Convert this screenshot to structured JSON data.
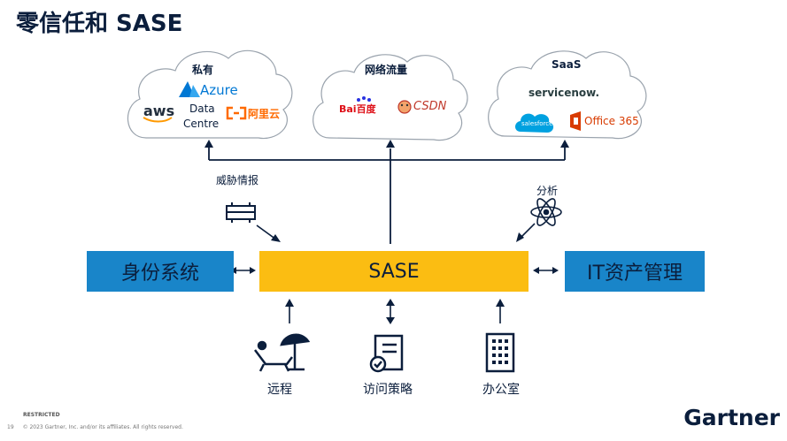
{
  "slide": {
    "title": "零信任和 SASE",
    "page_number": "19",
    "restricted": "RESTRICTED",
    "copyright": "© 2023 Gartner, Inc. and/or its affiliates. All rights reserved.",
    "brand": "Gartner"
  },
  "clouds": {
    "private": {
      "label": "私有",
      "logos": {
        "azure": "Azure",
        "aws": "aws",
        "datacentre_line1": "Data",
        "datacentre_line2": "Centre",
        "aliyun": "阿里云"
      }
    },
    "traffic": {
      "label": "网络流量",
      "logos": {
        "baidu": "Bai百度",
        "csdn": "CSDN"
      }
    },
    "saas": {
      "label": "SaaS",
      "logos": {
        "servicenow": "servicenow.",
        "salesforce": "salesforce",
        "office365": "Office 365"
      }
    }
  },
  "annotations": {
    "threat_intel": "威胁情报",
    "analytics": "分析"
  },
  "boxes": {
    "identity": "身份系统",
    "sase": "SASE",
    "it_asset": "IT资产管理"
  },
  "bottom_icons": {
    "remote": "远程",
    "access_policy": "访问策略",
    "office": "办公室"
  },
  "colors": {
    "navy": "#0b1e3c",
    "blue_box": "#1985c9",
    "sase_yellow": "#fbbd12",
    "azure_blue": "#0078d4",
    "aliyun_orange": "#ff6a00",
    "baidu_red": "#de0f17",
    "baidu_blue": "#2932e1",
    "office_red": "#d83b01",
    "salesforce_blue": "#00a1e0"
  }
}
